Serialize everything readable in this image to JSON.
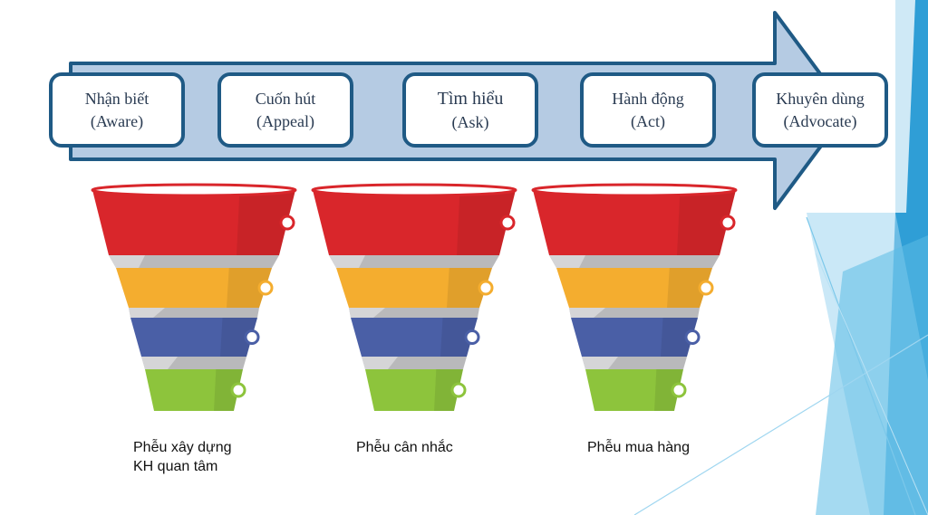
{
  "process_stages": [
    {
      "name": "Nhận biết",
      "english": "(Aware)"
    },
    {
      "name": "Cuốn hút",
      "english": "(Appeal)"
    },
    {
      "name": "Tìm hiểu",
      "english": "(Ask)"
    },
    {
      "name": "Hành động",
      "english": "(Act)"
    },
    {
      "name": "Khuyên dùng",
      "english": "(Advocate)"
    }
  ],
  "funnels": [
    {
      "caption": "Phễu xây dựng\nKH quan tâm"
    },
    {
      "caption": "Phễu cân nhắc"
    },
    {
      "caption": "Phễu mua hàng"
    }
  ],
  "colors": {
    "arrow_fill": "#b5cbe3",
    "arrow_stroke": "#1f5a85",
    "box_border": "#1f5a85",
    "layer_red": "#d9262b",
    "layer_orange": "#f4ad2f",
    "layer_blue": "#4a5fa6",
    "layer_green": "#8dc43c",
    "deco_blue": "#3ea6d9"
  }
}
